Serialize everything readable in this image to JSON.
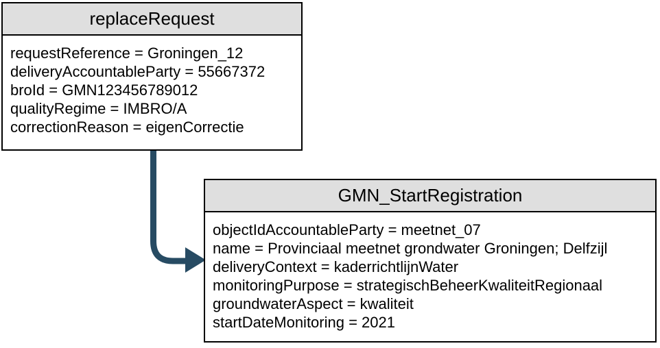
{
  "diagram": {
    "background": "#ffffff",
    "colors": {
      "header_fill": "#DFDFDF",
      "border": "#000000",
      "text": "#000000"
    },
    "boxes": [
      {
        "id": "replaceRequest",
        "title": "replaceRequest",
        "fields": [
          {
            "name": "requestReference",
            "value": "Groningen_12",
            "text": "requestReference = Groningen_12"
          },
          {
            "name": "deliveryAccountableParty",
            "value": "55667372",
            "text": "deliveryAccountableParty = 55667372"
          },
          {
            "name": "broId",
            "value": "GMN123456789012",
            "text": "broId = GMN123456789012"
          },
          {
            "name": "qualityRegime",
            "value": "IMBRO/A",
            "text": "qualityRegime = IMBRO/A"
          },
          {
            "name": "correctionReason",
            "value": "eigenCorrectie",
            "text": "correctionReason = eigenCorrectie"
          }
        ]
      },
      {
        "id": "GMN_StartRegistration",
        "title": "GMN_StartRegistration",
        "fields": [
          {
            "name": "objectIdAccountableParty",
            "value": "meetnet_07",
            "text": "objectIdAccountableParty = meetnet_07"
          },
          {
            "name": "name",
            "value": "Provinciaal meetnet grondwater Groningen; Delfzijl",
            "text": "name = Provinciaal meetnet grondwater Groningen; Delfzijl"
          },
          {
            "name": "deliveryContext",
            "value": "kaderrichtlijnWater",
            "text": "deliveryContext = kaderrichtlijnWater"
          },
          {
            "name": "monitoringPurpose",
            "value": "strategischBeheerKwaliteitRegionaal",
            "text": "monitoringPurpose = strategischBeheerKwaliteitRegionaal"
          },
          {
            "name": "groundwaterAspect",
            "value": "kwaliteit",
            "text": "groundwaterAspect = kwaliteit"
          },
          {
            "name": "startDateMonitoring",
            "value": "2021",
            "text": "startDateMonitoring = 2021"
          }
        ]
      }
    ],
    "arrow": {
      "from": "replaceRequest",
      "to": "GMN_StartRegistration",
      "color": "#274B63"
    }
  }
}
